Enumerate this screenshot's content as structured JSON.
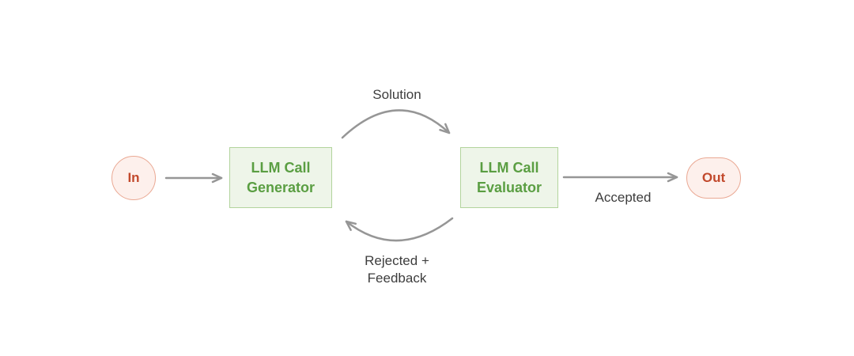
{
  "diagram": {
    "type": "workflow-flowchart",
    "description": "Evaluator-optimizer LLM workflow loop",
    "nodes": {
      "input": {
        "label": "In",
        "shape": "circle"
      },
      "generator": {
        "label": "LLM Call\nGenerator",
        "shape": "rectangle"
      },
      "evaluator": {
        "label": "LLM Call\nEvaluator",
        "shape": "rectangle"
      },
      "output": {
        "label": "Out",
        "shape": "pill"
      }
    },
    "edges": {
      "in_to_generator": {
        "from": "input",
        "to": "generator",
        "label": "",
        "style": "straight"
      },
      "solution": {
        "from": "generator",
        "to": "evaluator",
        "label": "Solution",
        "style": "curved-top"
      },
      "rejected": {
        "from": "evaluator",
        "to": "generator",
        "label": "Rejected +\nFeedback",
        "style": "curved-bottom"
      },
      "accepted": {
        "from": "evaluator",
        "to": "output",
        "label": "Accepted",
        "style": "straight"
      }
    },
    "colors": {
      "node_green_bg": "#eef5e9",
      "node_green_border": "#b2d49c",
      "node_green_text": "#5a9e42",
      "node_red_bg": "#fdf0ec",
      "node_red_border": "#eaa893",
      "node_red_text": "#c2492c",
      "arrow": "#969696",
      "label_text": "#3d3d3d",
      "canvas_bg": "#ffffff"
    }
  }
}
